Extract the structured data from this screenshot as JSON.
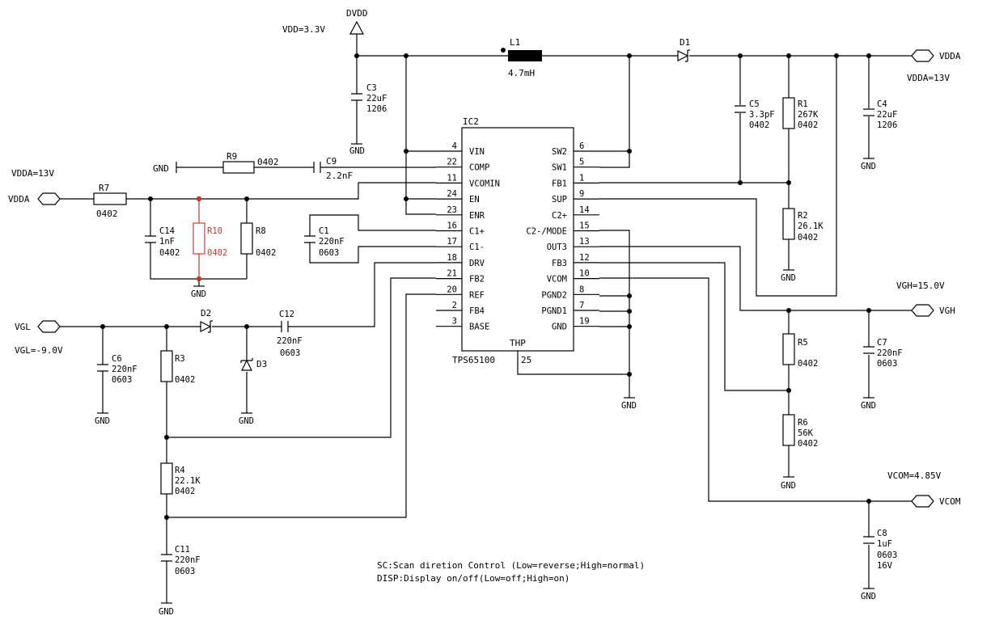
{
  "chip": {
    "ref": "IC2",
    "part": "TPS65100",
    "thp_label": "THP",
    "thp_pin": "25"
  },
  "left_pins": [
    {
      "num": "4",
      "name": "VIN"
    },
    {
      "num": "22",
      "name": "COMP"
    },
    {
      "num": "11",
      "name": "VCOMIN"
    },
    {
      "num": "24",
      "name": "EN"
    },
    {
      "num": "23",
      "name": "ENR"
    },
    {
      "num": "16",
      "name": "C1+"
    },
    {
      "num": "17",
      "name": "C1-"
    },
    {
      "num": "18",
      "name": "DRV"
    },
    {
      "num": "21",
      "name": "FB2"
    },
    {
      "num": "20",
      "name": "REF"
    },
    {
      "num": "2",
      "name": "FB4"
    },
    {
      "num": "3",
      "name": "BASE"
    }
  ],
  "right_pins": [
    {
      "num": "6",
      "name": "SW2"
    },
    {
      "num": "5",
      "name": "SW1"
    },
    {
      "num": "1",
      "name": "FB1"
    },
    {
      "num": "9",
      "name": "SUP"
    },
    {
      "num": "14",
      "name": "C2+"
    },
    {
      "num": "15",
      "name": "C2-/MODE"
    },
    {
      "num": "13",
      "name": "OUT3"
    },
    {
      "num": "12",
      "name": "FB3"
    },
    {
      "num": "10",
      "name": "VCOM"
    },
    {
      "num": "8",
      "name": "PGND2"
    },
    {
      "num": "7",
      "name": "PGND1"
    },
    {
      "num": "19",
      "name": "GND"
    }
  ],
  "components": {
    "L1": {
      "ref": "L1",
      "value": "4.7mH"
    },
    "D1": {
      "ref": "D1"
    },
    "D2": {
      "ref": "D2"
    },
    "D3": {
      "ref": "D3"
    },
    "C1": {
      "ref": "C1",
      "value": "220nF",
      "pkg": "0603"
    },
    "C3": {
      "ref": "C3",
      "value": "22uF",
      "pkg": "1206"
    },
    "C4": {
      "ref": "C4",
      "value": "22uF",
      "pkg": "1206"
    },
    "C5": {
      "ref": "C5",
      "value": "3.3pF",
      "pkg": "0402"
    },
    "C6": {
      "ref": "C6",
      "value": "220nF",
      "pkg": "0603"
    },
    "C7": {
      "ref": "C7",
      "value": "220nF",
      "pkg": "0603"
    },
    "C8": {
      "ref": "C8",
      "value": "1uF",
      "pkg": "0603",
      "rating": "16V"
    },
    "C9": {
      "ref": "C9",
      "value": "2.2nF"
    },
    "C11": {
      "ref": "C11",
      "value": "220nF",
      "pkg": "0603"
    },
    "C12": {
      "ref": "C12",
      "value": "220nF",
      "pkg": "0603"
    },
    "C14": {
      "ref": "C14",
      "value": "1nF",
      "pkg": "0402"
    },
    "R1": {
      "ref": "R1",
      "value": "267K",
      "pkg": "0402"
    },
    "R2": {
      "ref": "R2",
      "value": "26.1K",
      "pkg": "0402"
    },
    "R3": {
      "ref": "R3",
      "pkg": "0402"
    },
    "R4": {
      "ref": "R4",
      "value": "22.1K",
      "pkg": "0402"
    },
    "R5": {
      "ref": "R5",
      "pkg": "0402"
    },
    "R6": {
      "ref": "R6",
      "value": "56K",
      "pkg": "0402"
    },
    "R7": {
      "ref": "R7",
      "pkg": "0402"
    },
    "R8": {
      "ref": "R8",
      "pkg": "0402"
    },
    "R9": {
      "ref": "R9",
      "pkg": "0402"
    },
    "R10": {
      "ref": "R10",
      "pkg": "0402"
    }
  },
  "nets": {
    "dvdd": "DVDD",
    "vdd_note": "VDD=3.3V",
    "vdda_out": "VDDA",
    "vdda_note": "VDDA=13V",
    "vdda_in": "VDDA",
    "vdda_in_note": "VDDA=13V",
    "vgh": "VGH",
    "vgh_note": "VGH=15.0V",
    "vgl": "VGL",
    "vgl_note": "VGL=-9.0V",
    "vcom": "VCOM",
    "vcom_note": "VCOM=4.85V",
    "gnd": "GND"
  },
  "notes": {
    "sc": "SC:Scan diretion Control (Low=reverse;High=normal)",
    "disp": "DISP:Display on/off(Low=off;High=on)"
  },
  "colors": {
    "highlight": "#c0392b",
    "wire": "#000000"
  }
}
